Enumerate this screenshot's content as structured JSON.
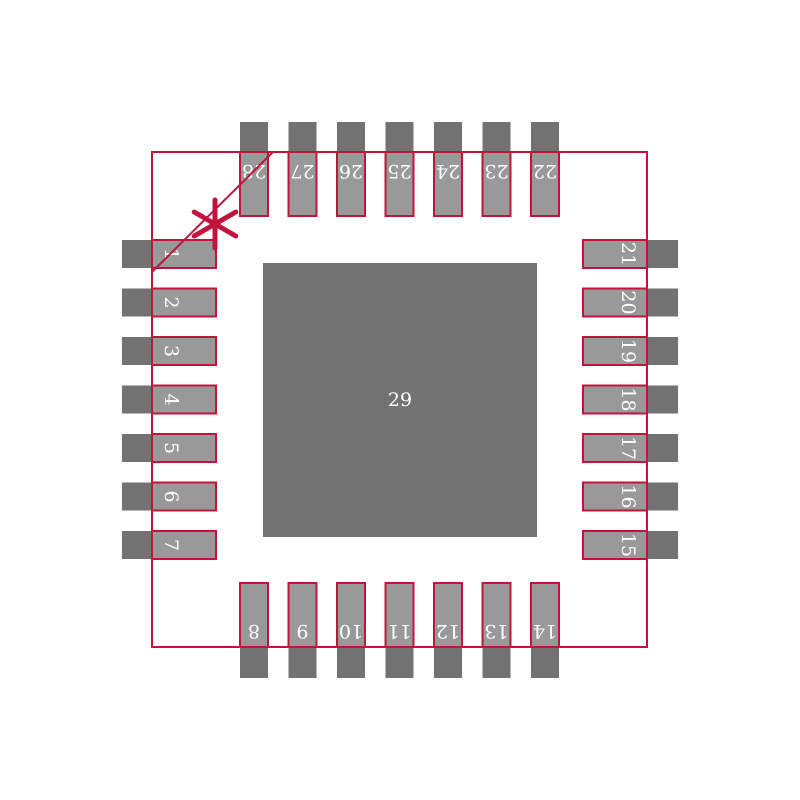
{
  "footprint": {
    "colors": {
      "background": "#ffffff",
      "pad_outer": "#727272",
      "pad_inner": "#999999",
      "outline": "#c0143c",
      "label": "#ffffff"
    },
    "center_pad": {
      "label": "29"
    },
    "pins": {
      "left": [
        "1",
        "2",
        "3",
        "4",
        "5",
        "6",
        "7"
      ],
      "bottom": [
        "8",
        "9",
        "10",
        "11",
        "12",
        "13",
        "14"
      ],
      "right": [
        "15",
        "16",
        "17",
        "18",
        "19",
        "20",
        "21"
      ],
      "top": [
        "22",
        "23",
        "24",
        "25",
        "26",
        "27",
        "28"
      ]
    },
    "pin1_marker": "asterisk-marker"
  }
}
